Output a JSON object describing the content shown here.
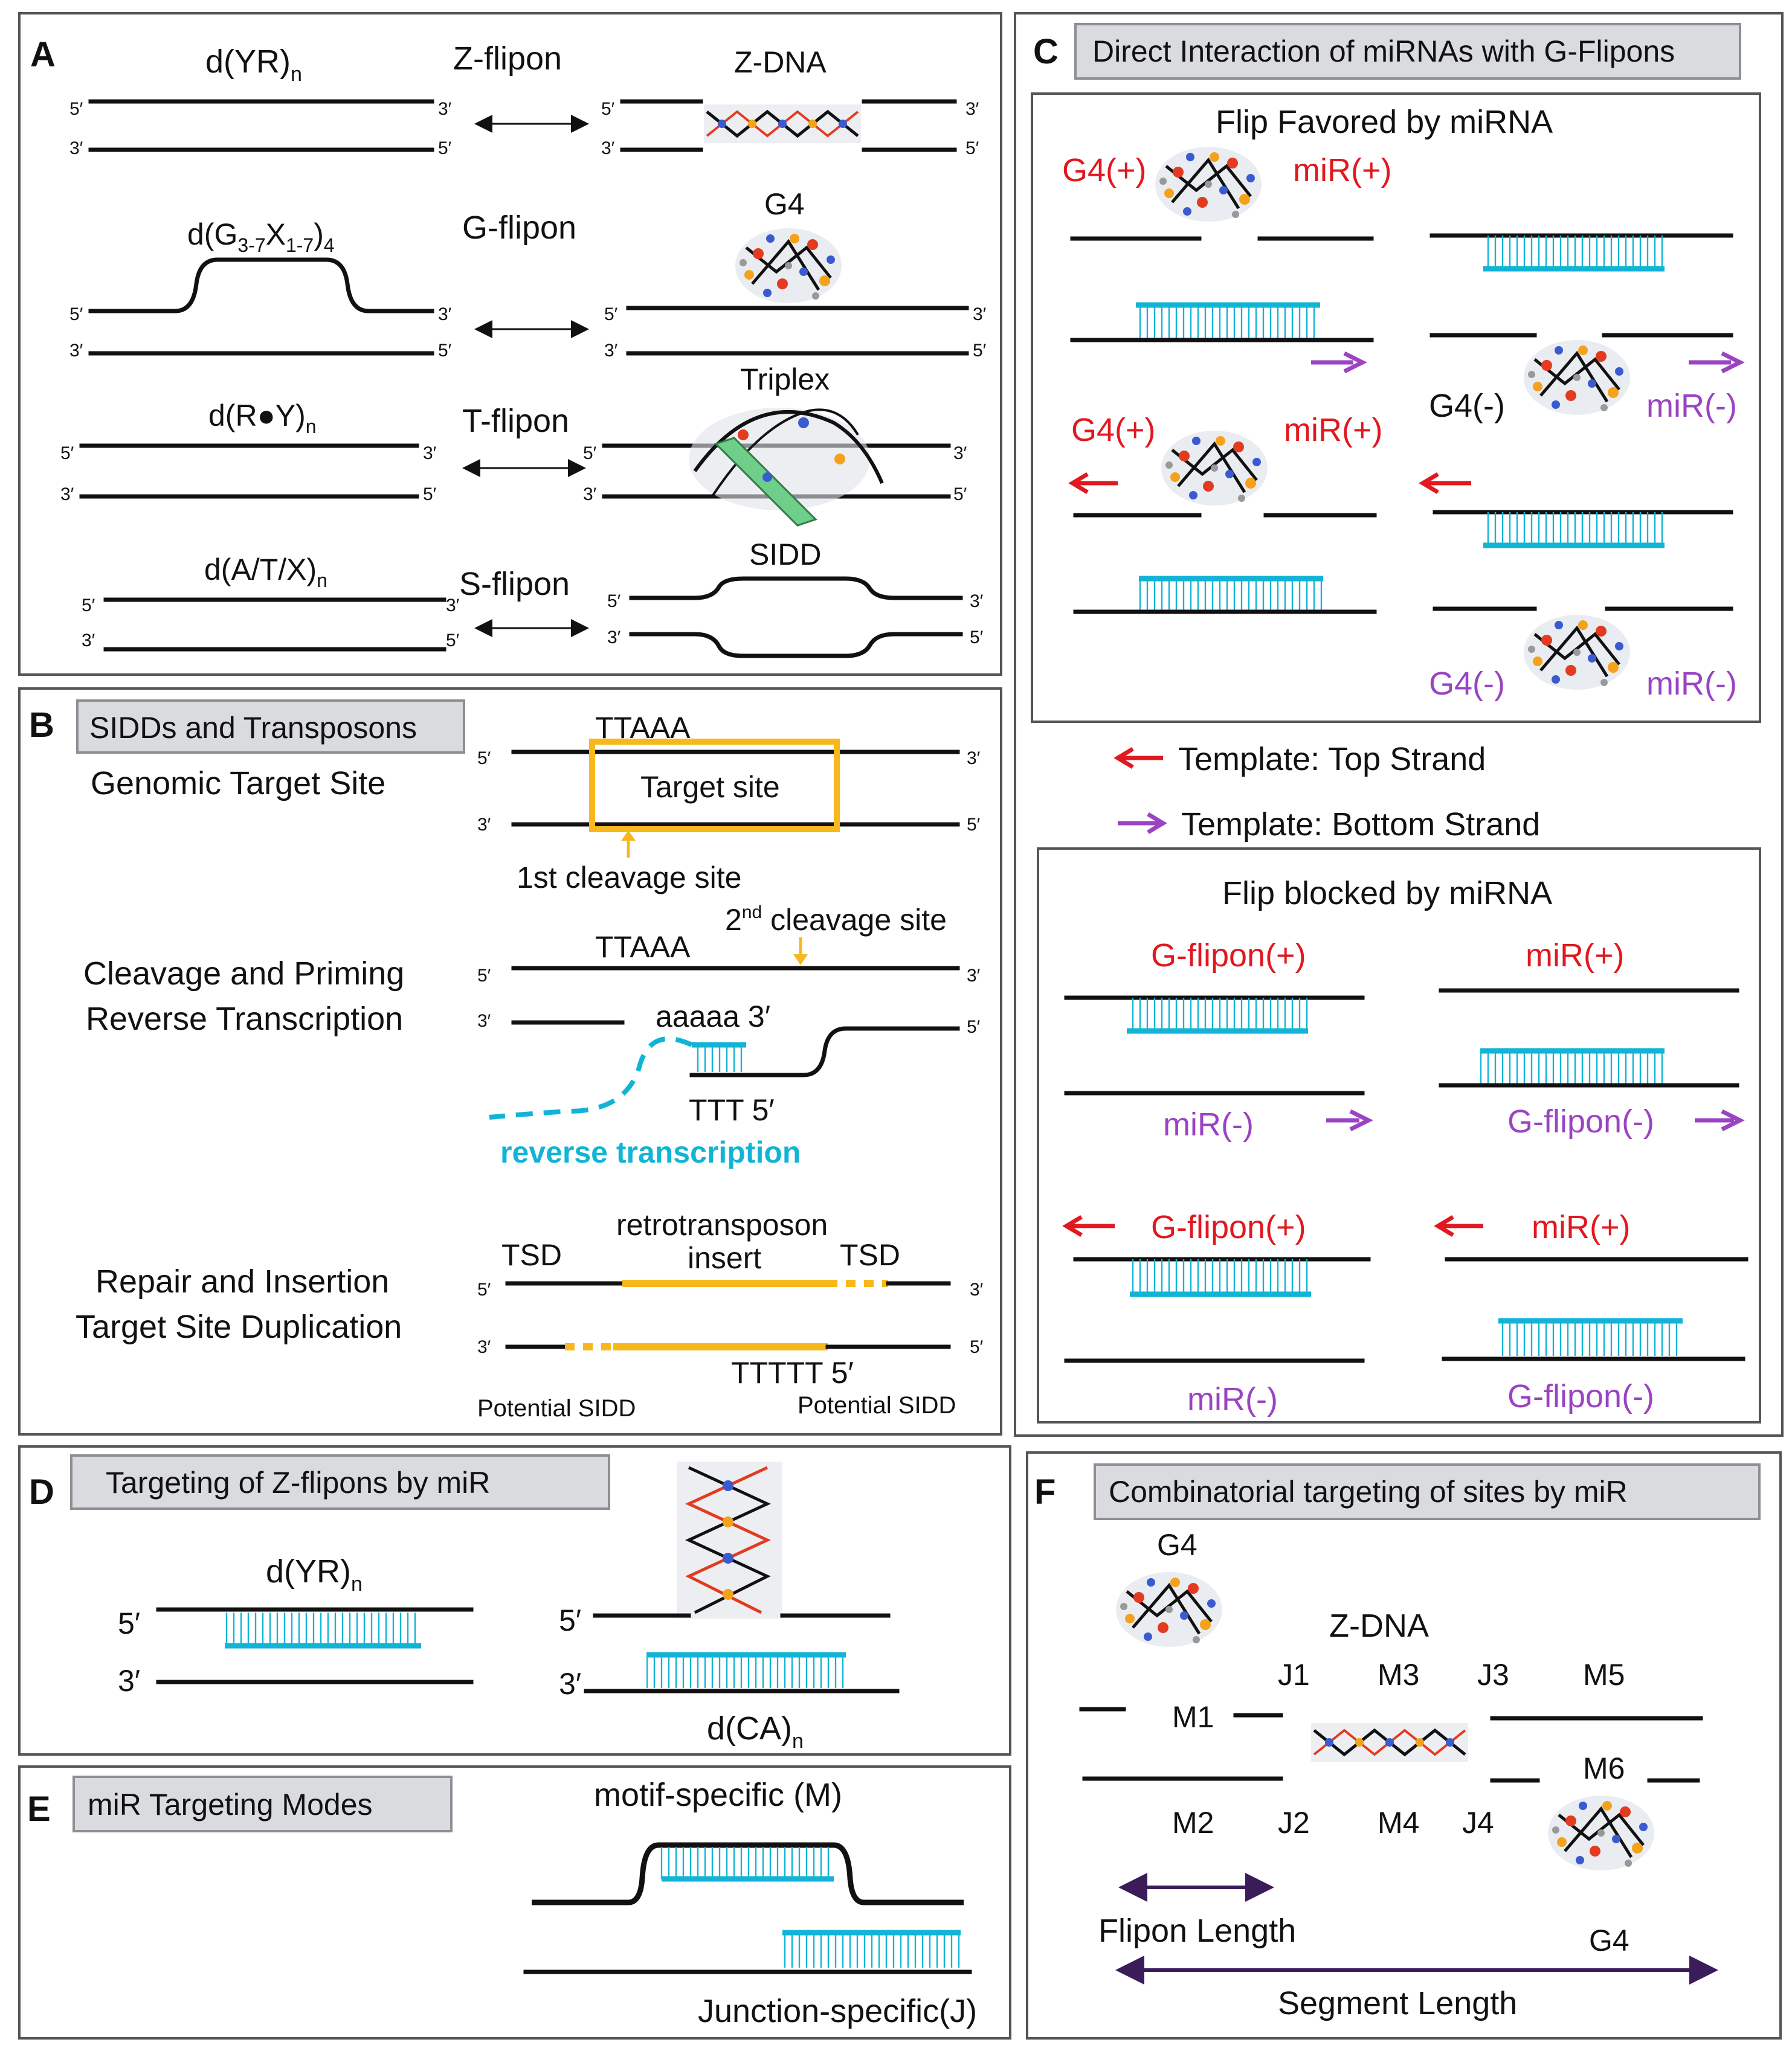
{
  "panels": {
    "A": {
      "letter": "A",
      "rows": [
        {
          "motif": "d(YR)",
          "sub": "n",
          "flipon": "Z-flipon",
          "structure": "Z-DNA"
        },
        {
          "motif": "d(G",
          "sub1": "3-7",
          "mid": "X",
          "sub2": "1-7",
          "close": ")",
          "sub3": "4",
          "flipon": "G-flipon",
          "structure": "G4"
        },
        {
          "motif": "d(R●Y)",
          "sub": "n",
          "flipon": "T-flipon",
          "structure": "Triplex"
        },
        {
          "motif": "d(A/T/X)",
          "sub": "n",
          "flipon": "S-flipon",
          "structure": "SIDD"
        }
      ],
      "ends": {
        "five": "5′",
        "three": "3′"
      }
    },
    "B": {
      "letter": "B",
      "title": "SIDDs and Transposons",
      "step1": "Genomic Target Site",
      "step2a": "Cleavage and Priming",
      "step2b": "Reverse Transcription",
      "step3a": "Repair and Insertion",
      "step3b": "Target Site Duplication",
      "ttaaa": "TTAAA",
      "target_site": "Target site",
      "first_cleavage": "1st cleavage site",
      "second_pre": "2",
      "second_sup": "nd",
      "second_post": " cleavage site",
      "aaaaa": "aaaaa 3′",
      "ttt": "TTT 5′",
      "rt": "reverse transcription",
      "retro1": "retrotransposon",
      "retro2": "insert",
      "tsd": "TSD",
      "ttttt": "TTTTT 5′",
      "potential_sidd": "Potential  SIDD"
    },
    "C": {
      "letter": "C",
      "title": "Direct Interaction of miRNAs with G-Flipons",
      "favored_title": "Flip Favored by miRNA",
      "blocked_title": "Flip blocked by miRNA",
      "g4_plus": "G4(+)",
      "mir_plus": "miR(+)",
      "g4_minus": "G4(-)",
      "mir_minus": "miR(-)",
      "gflipon_plus": "G-flipon(+)",
      "gflipon_minus": "G-flipon(-)",
      "legend_top": "Template: Top Strand",
      "legend_bottom": "Template: Bottom Strand"
    },
    "D": {
      "letter": "D",
      "title": "Targeting of Z-flipons by miR",
      "motif1": "d(YR)",
      "motif2": "d(CA)",
      "sub": "n"
    },
    "E": {
      "letter": "E",
      "title": "miR Targeting Modes",
      "motif_specific": "motif-specific (M)",
      "junction_specific": "Junction-specific(J)"
    },
    "F": {
      "letter": "F",
      "title": "Combinatorial targeting of sites by miR",
      "g4": "G4",
      "zdna": "Z-DNA",
      "labels": [
        "J1",
        "M3",
        "J3",
        "M5",
        "M1",
        "M6",
        "M2",
        "J2",
        "M4",
        "J4"
      ],
      "flipon_length": "Flipon Length",
      "segment_length": "Segment Length"
    }
  },
  "colors": {
    "red": "#e1181f",
    "purple": "#9a44c2",
    "cyan": "#12b4d6",
    "orange": "#f6b81c"
  }
}
